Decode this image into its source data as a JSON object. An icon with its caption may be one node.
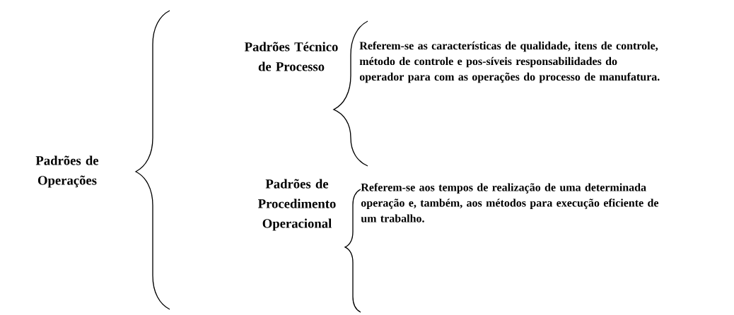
{
  "diagram": {
    "nodes": [
      {
        "text": [
          "Padrões de Operações"
        ]
      },
      {
        "text": [
          "Padrões Técnico de Processo"
        ]
      },
      {
        "text": [
          "Padrões de Procedimento Operacional"
        ]
      },
      {
        "text": [
          "Referem-se as características de qualidade, itens de controle, método de controle e pos-síveis responsabilidades do operador para com as operações do processo de manufatura."
        ]
      },
      {
        "text": [
          "Referem-se aos tempos de realização de uma determinada operação e, também, aos métodos para execução eficiente de um trabalho."
        ]
      }
    ]
  }
}
